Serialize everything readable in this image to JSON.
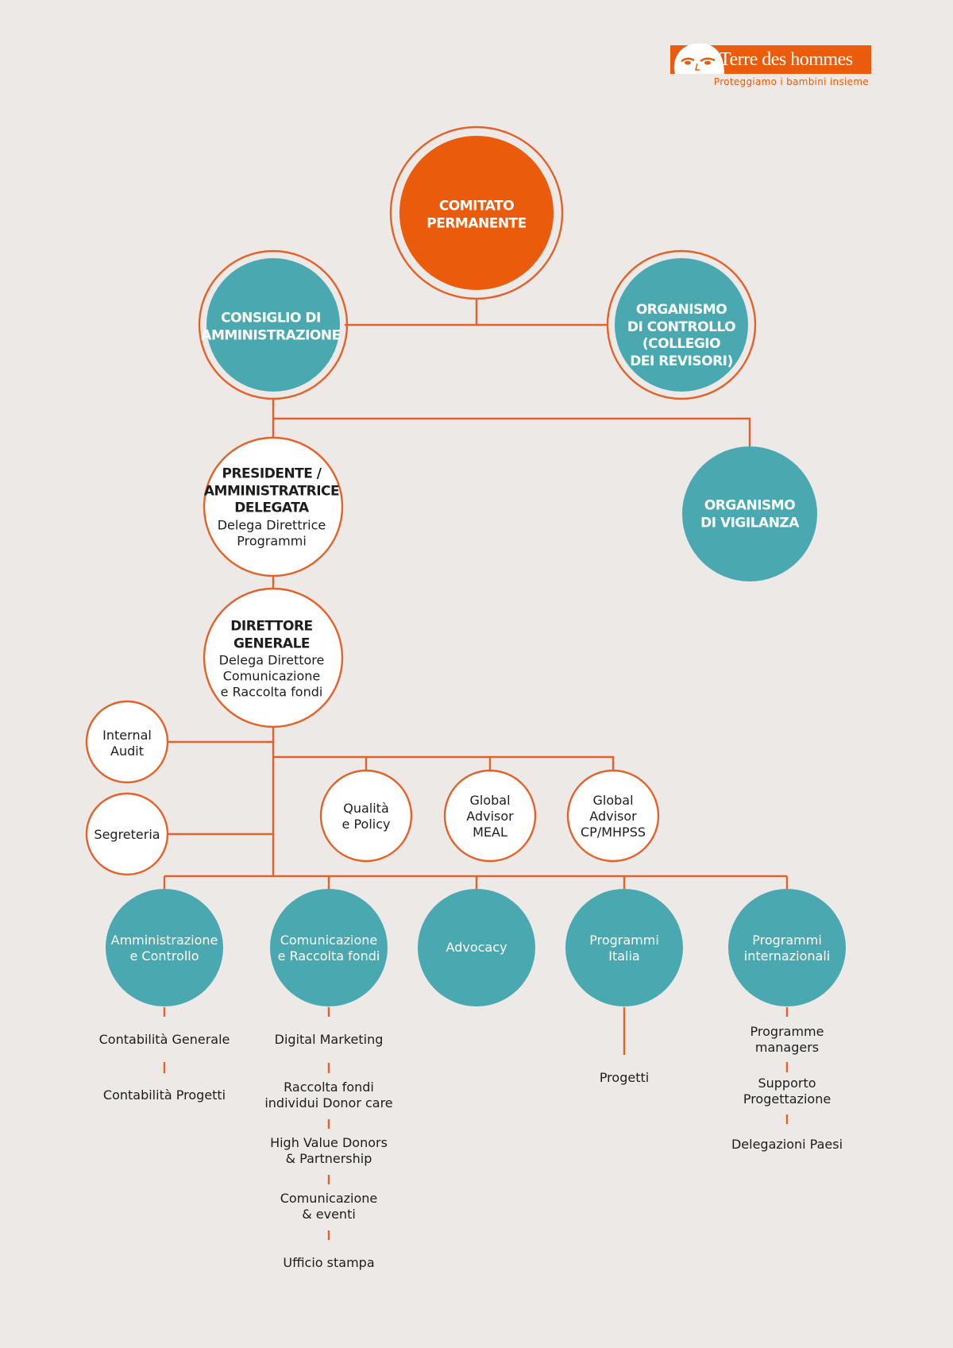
{
  "logo": {
    "name": "Terre des hommes",
    "tagline": "Proteggiamo i bambini insieme"
  },
  "colors": {
    "accent_orange": "#ea5b0c",
    "line_orange": "#e4622a",
    "teal": "#4aa8b1",
    "background": "#ede9e7"
  },
  "governance": {
    "comitato": [
      "COMITATO",
      "PERMANENTE"
    ],
    "consiglio": [
      "CONSIGLIO DI",
      "AMMINISTRAZIONE"
    ],
    "controllo": [
      "ORGANISMO",
      "DI CONTROLLO",
      "(COLLEGIO",
      "DEI REVISORI)"
    ],
    "vigilanza": [
      "ORGANISMO",
      "DI VIGILANZA"
    ]
  },
  "presidente": {
    "title": [
      "PRESIDENTE /",
      "AMMINISTRATRICE",
      "DELEGATA"
    ],
    "subtitle": [
      "Delega Direttrice",
      "Programmi"
    ]
  },
  "direttore": {
    "title": [
      "DIRETTORE",
      "GENERALE"
    ],
    "subtitle": [
      "Delega Direttore",
      "Comunicazione",
      "e Raccolta fondi"
    ]
  },
  "staff": {
    "internal_audit": [
      "Internal",
      "Audit"
    ],
    "segreteria": [
      "Segreteria"
    ],
    "qualita": [
      "Qualità",
      "e Policy"
    ],
    "advisor_meal": [
      "Global",
      "Advisor",
      "MEAL"
    ],
    "advisor_cp": [
      "Global",
      "Advisor",
      "CP/MHPSS"
    ]
  },
  "departments": {
    "amministrazione": {
      "label": [
        "Amministrazione",
        "e Controllo"
      ],
      "units": [
        [
          "Contabilità Generale"
        ],
        [
          "Contabilità Progetti"
        ]
      ]
    },
    "comunicazione": {
      "label": [
        "Comunicazione",
        "e Raccolta fondi"
      ],
      "units": [
        [
          "Digital Marketing"
        ],
        [
          "Raccolta fondi",
          "individui Donor care"
        ],
        [
          "High Value Donors",
          "& Partnership"
        ],
        [
          "Comunicazione",
          "& eventi"
        ],
        [
          "Ufficio stampa"
        ]
      ]
    },
    "advocacy": {
      "label": [
        "Advocacy"
      ],
      "units": []
    },
    "programmi_italia": {
      "label": [
        "Programmi",
        "Italia"
      ],
      "units": [
        [
          "Progetti"
        ]
      ]
    },
    "programmi_internazionali": {
      "label": [
        "Programmi",
        "internazionali"
      ],
      "units": [
        [
          "Programme",
          "managers"
        ],
        [
          "Supporto",
          "Progettazione"
        ],
        [
          "Delegazioni Paesi"
        ]
      ]
    }
  }
}
